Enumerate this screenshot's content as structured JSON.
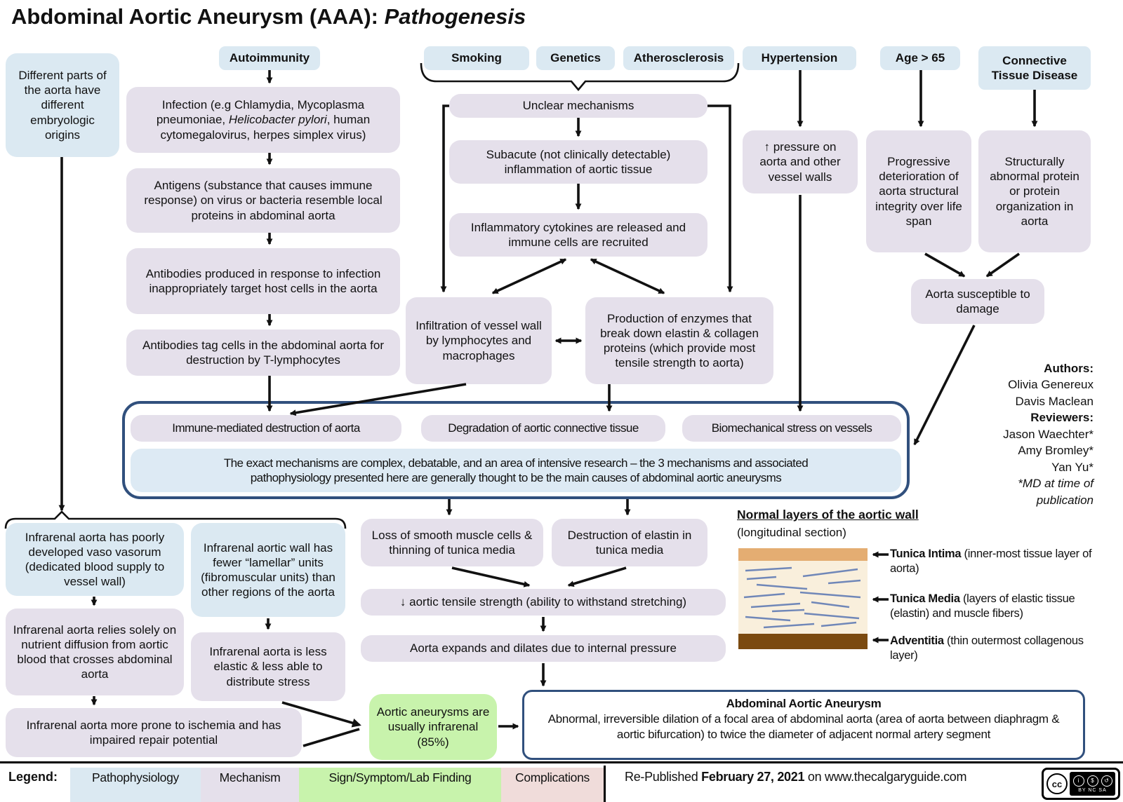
{
  "title": {
    "main": "Abdominal Aortic Aneurysm (AAA): ",
    "italic": "Pathogenesis"
  },
  "colors": {
    "pathophysiology": "#dbe9f2",
    "mechanism": "#e5e0eb",
    "sign_symptom": "#c8f3ac",
    "complications": "#f0dcda",
    "frame_border": "#31507d",
    "arrow": "#111111",
    "intima_band": "#e4ad72",
    "media_band": "#f9efdc",
    "media_fiber": "#7087b8",
    "adventitia_band": "#7b4a10"
  },
  "headers": {
    "different_parts": "Different parts of the aorta have different embryologic origins",
    "autoimmunity": "Autoimmunity",
    "smoking": "Smoking",
    "genetics": "Genetics",
    "atherosclerosis": "Atherosclerosis",
    "hypertension": "Hypertension",
    "age": "Age > 65",
    "connective": "Connective Tissue Disease"
  },
  "autoimmunity_chain": {
    "infection_pre": "Infection (e.g Chlamydia, Mycoplasma pneumoniae, ",
    "infection_italic": "Helicobacter pylori",
    "infection_post": ", human cytomegalovirus, herpes simplex virus)",
    "antigens": "Antigens (substance that causes immune response) on virus or bacteria resemble local proteins in abdominal aorta",
    "antibodies_produced": "Antibodies produced in response to infection inappropriately target host cells in the aorta",
    "antibodies_tag": "Antibodies tag cells in the abdominal aorta for destruction by T-lymphocytes"
  },
  "middle_chain": {
    "unclear": "Unclear mechanisms",
    "subacute": "Subacute (not clinically detectable) inflammation of aortic tissue",
    "cytokines": "Inflammatory cytokines are released and immune cells are recruited",
    "infiltration": "Infiltration of vessel wall by lymphocytes and macrophages",
    "production": "Production of enzymes that break down elastin & collagen proteins (which provide most tensile strength to aorta)"
  },
  "right_chain": {
    "pressure": "↑ pressure on aorta and other vessel walls",
    "progressive": "Progressive deterioration of aorta structural integrity over life span",
    "structural": "Structurally abnormal protein or protein organization in aorta",
    "susceptible": "Aorta susceptible to damage"
  },
  "central": {
    "immune": "Immune-mediated destruction of aorta",
    "degradation": "Degradation of aortic connective tissue",
    "biomech": "Biomechanical stress on vessels",
    "note_line1": "The exact mechanisms are complex, debatable, and an area of intensive research  – the 3 mechanisms and associated",
    "note_line2": "pathophysiology presented here are generally thought to be the main causes of abdominal aortic aneurysms"
  },
  "bottom_left": {
    "poor_vaso": "Infrarenal aorta has poorly developed vaso vasorum (dedicated blood supply to vessel wall)",
    "fewer_lamellar": "Infrarenal aortic wall has fewer “lamellar” units (fibromuscular units) than other regions of the aorta",
    "relies": "Infrarenal aorta relies solely on nutrient diffusion from aortic blood that crosses abdominal aorta",
    "less_elastic": "Infrarenal aorta is less elastic & less able to distribute stress",
    "prone": "Infrarenal aorta more prone to ischemia and has impaired repair potential"
  },
  "bottom_mid": {
    "loss_smooth": "Loss of smooth muscle cells & thinning of tunica media",
    "destruction_elastin": "Destruction of elastin in tunica media",
    "tensile": "↓ aortic tensile strength (ability to withstand stretching)",
    "expands": "Aorta expands and dilates due to internal pressure",
    "green": "Aortic aneurysms are usually infrarenal (85%)",
    "aaa_title": "Abdominal Aortic Aneurysm",
    "aaa_body": "Abnormal, irreversible dilation of a focal area of abdominal aorta (area of aorta between diaphragm & aortic bifurcation) to twice the diameter of adjacent normal artery segment"
  },
  "wall": {
    "heading": "Normal layers of the aortic wall",
    "subheading": "(longitudinal section)",
    "labels": [
      {
        "bold": "Tunica Intima",
        "rest": " (inner-most tissue layer of aorta)"
      },
      {
        "bold": "Tunica Media",
        "rest": " (layers of elastic tissue (elastin) and muscle fibers)"
      },
      {
        "bold": "Adventitia",
        "rest": " (thin outermost collagenous layer)"
      }
    ]
  },
  "authors": {
    "authors_label": "Authors:",
    "names": [
      "Olivia Genereux",
      "Davis Maclean"
    ],
    "reviewers_label": "Reviewers:",
    "reviewers": [
      "Jason Waechter*",
      "Amy Bromley*",
      "Yan Yu*"
    ],
    "footnote1": "*MD at time of",
    "footnote2": "publication"
  },
  "legend": {
    "label": "Legend:",
    "items": [
      {
        "label": "Pathophysiology",
        "color": "#dbe9f2"
      },
      {
        "label": "Mechanism",
        "color": "#e5e0eb"
      },
      {
        "label": "Sign/Symptom/Lab Finding",
        "color": "#c8f3ac"
      },
      {
        "label": "Complications",
        "color": "#f0dcda"
      }
    ],
    "republished_pre": "Re-Published ",
    "republished_date": "February 27, 2021",
    "republished_post": " on www.thecalgaryguide.com",
    "cc_label": "cc",
    "cc_icons": [
      "i",
      "$",
      "↺"
    ],
    "cc_sub": "BY NC SA"
  }
}
